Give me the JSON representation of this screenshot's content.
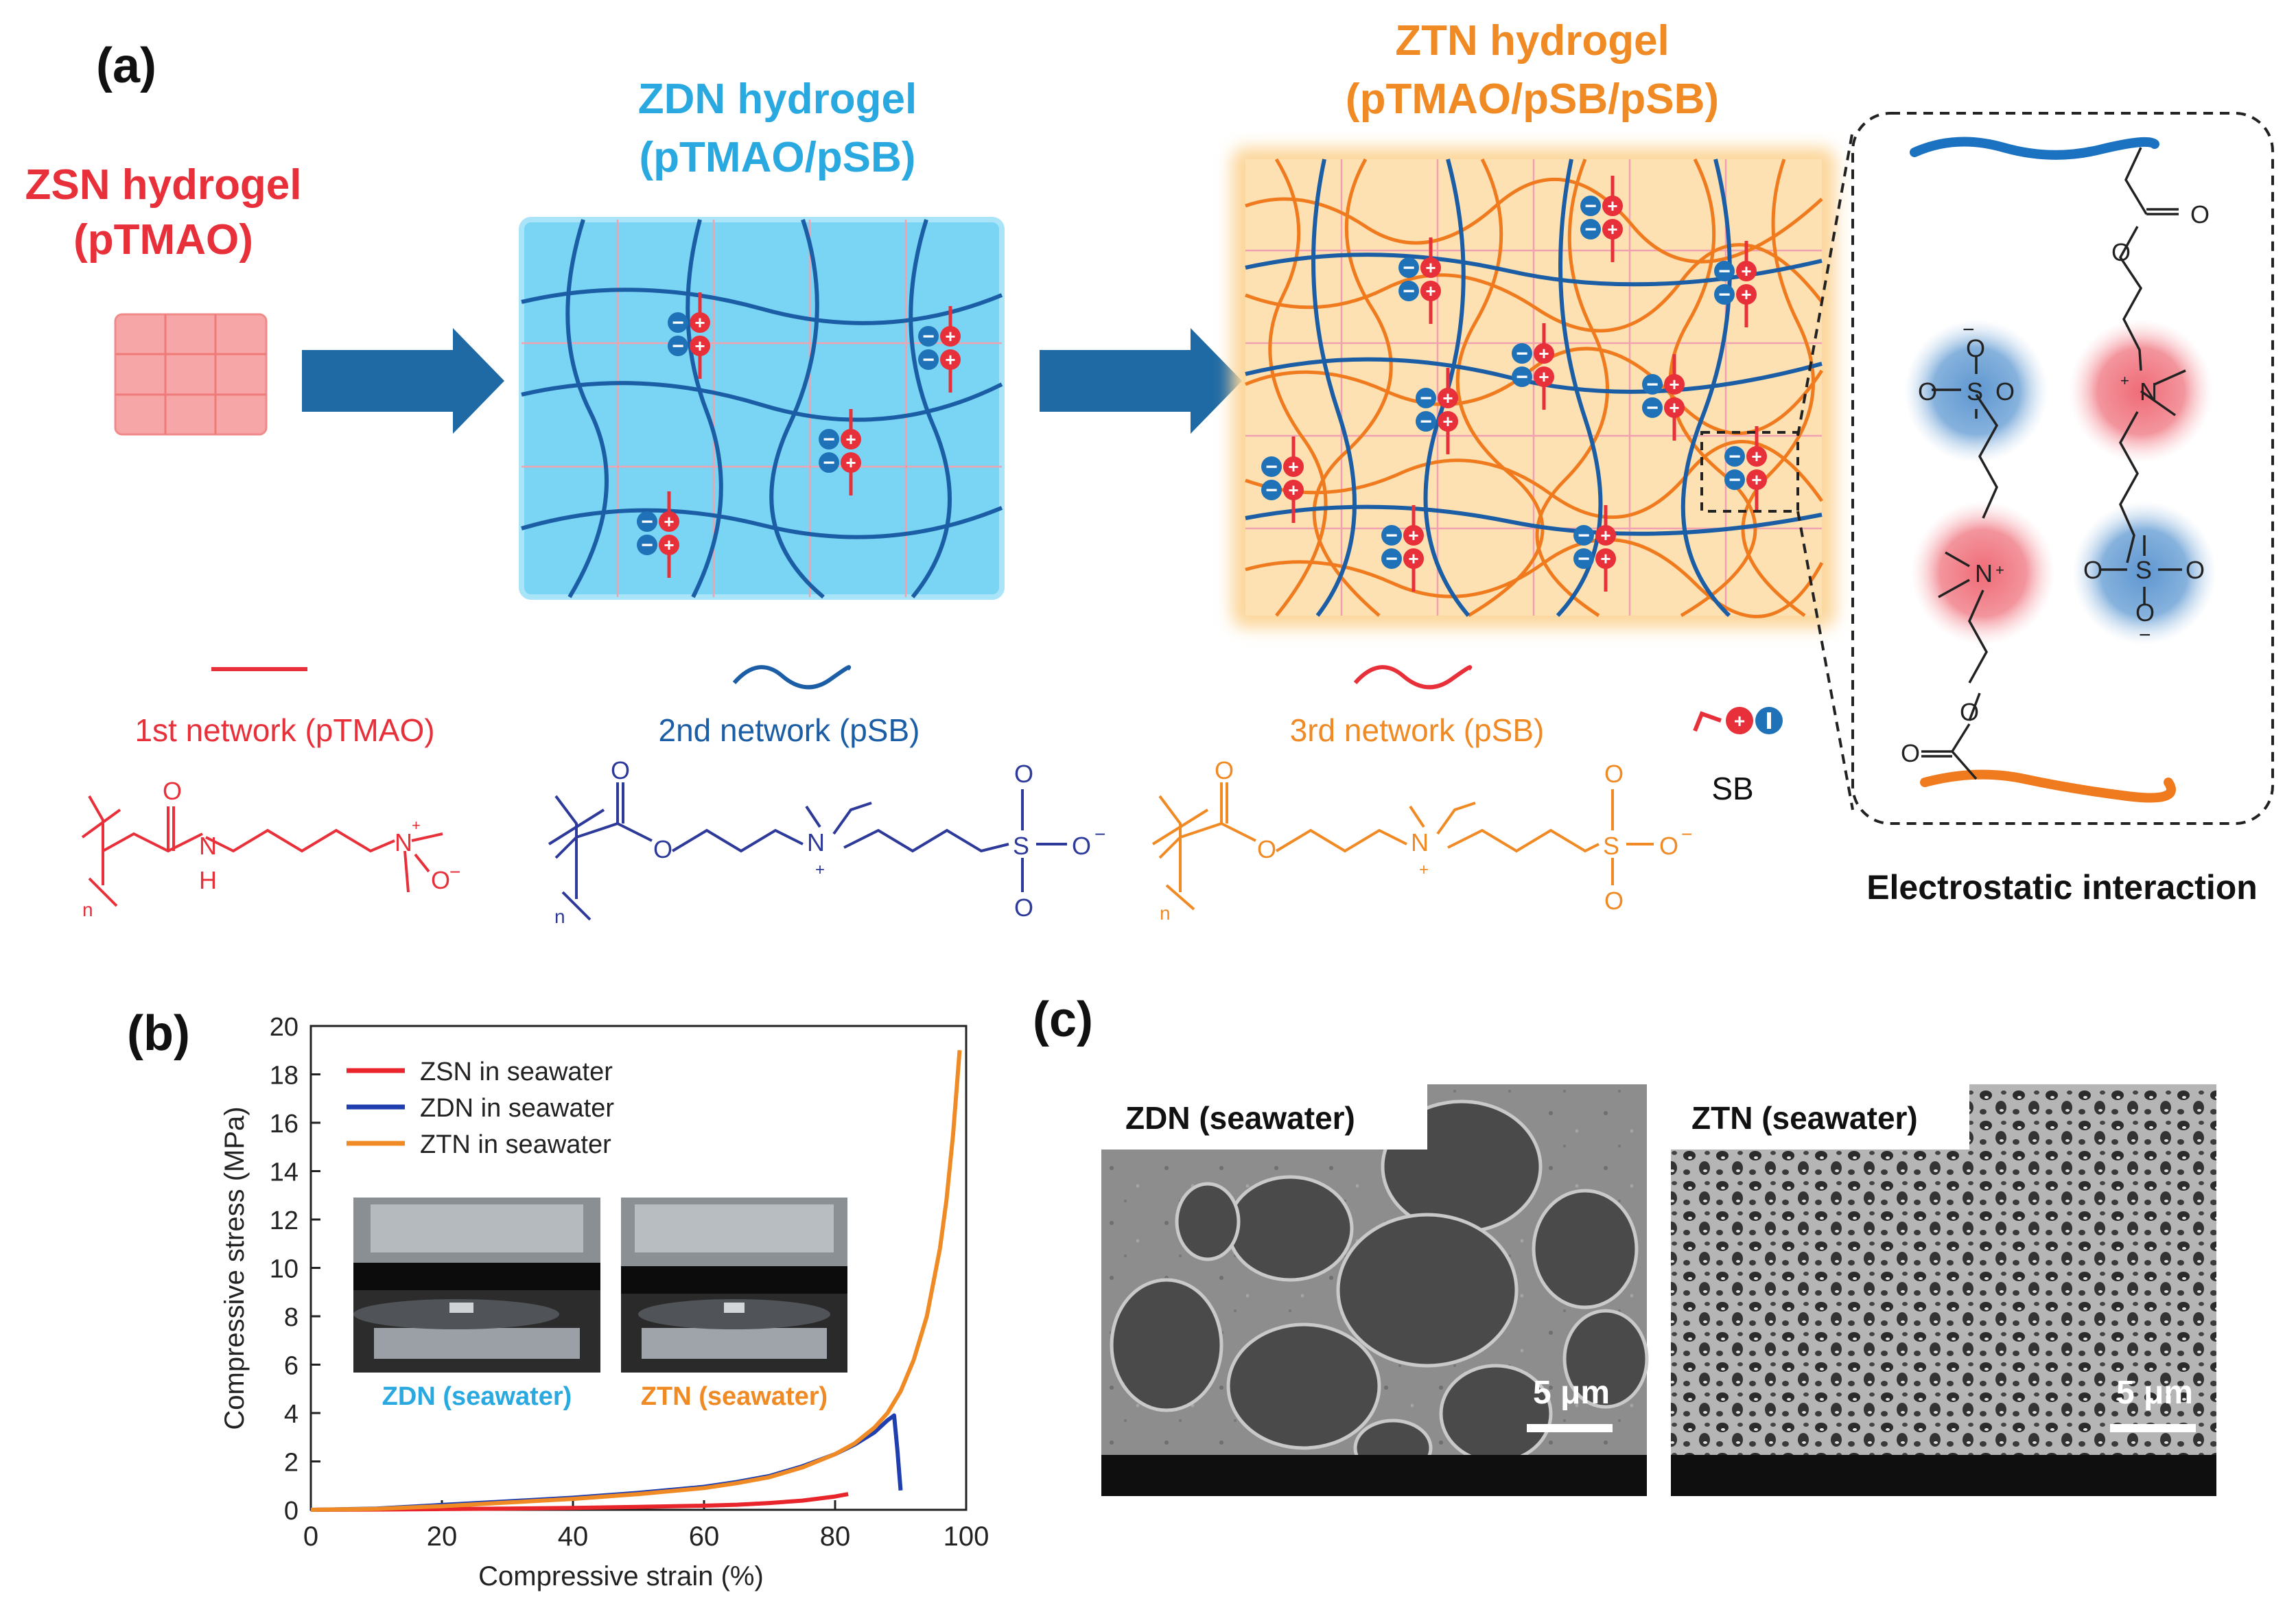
{
  "panel_labels": {
    "a": "(a)",
    "b": "(b)",
    "c": "(c)"
  },
  "panel_a": {
    "zsn": {
      "title": "ZSN hydrogel",
      "subtitle": "(pTMAO)"
    },
    "zdn": {
      "title": "ZDN hydrogel",
      "subtitle": "(pTMAO/pSB)"
    },
    "ztn": {
      "title": "ZTN hydrogel",
      "subtitle": "(pTMAO/pSB/pSB)"
    },
    "legend": {
      "first": "1st network (pTMAO)",
      "second": "2nd network (pSB)",
      "third": "3rd network (pSB)",
      "sb": "SB"
    },
    "interaction_label": "Electrostatic interaction",
    "atoms": {
      "O": "O",
      "N": "N",
      "H": "H",
      "S": "S",
      "n": "n",
      "plus": "+",
      "minus": "−"
    },
    "colors": {
      "red": "#e8303a",
      "blue": "#1f72b8",
      "orange": "#f08a24",
      "cyan": "#2aa9e0",
      "zdn_fill": "#79d5f3",
      "ztn_fill": "#fde1b2",
      "zsn_fill": "#f6a6a6",
      "arrow": "#1f6aa5"
    }
  },
  "panel_b": {
    "inset_left": "ZDN (seawater)",
    "inset_right": "ZTN (seawater)"
  },
  "chart_data": {
    "type": "line",
    "xlabel": "Compressive strain (%)",
    "ylabel": "Compressive stress (MPa)",
    "xlim": [
      0,
      100
    ],
    "ylim": [
      0,
      20
    ],
    "xticks": [
      0,
      20,
      40,
      60,
      80,
      100
    ],
    "yticks": [
      0,
      2,
      4,
      6,
      8,
      10,
      12,
      14,
      16,
      18,
      20
    ],
    "legend_position": "top-left",
    "series": [
      {
        "name": "ZSN in seawater",
        "color": "#e8252b",
        "x": [
          0,
          10,
          20,
          30,
          40,
          50,
          60,
          65,
          70,
          75,
          80,
          82
        ],
        "y": [
          0,
          0.01,
          0.03,
          0.05,
          0.08,
          0.12,
          0.17,
          0.21,
          0.28,
          0.38,
          0.55,
          0.65
        ]
      },
      {
        "name": "ZDN in seawater",
        "color": "#1f3fb0",
        "x": [
          0,
          10,
          20,
          30,
          40,
          50,
          60,
          65,
          70,
          75,
          80,
          83,
          86,
          88,
          89,
          89.5,
          90
        ],
        "y": [
          0,
          0.05,
          0.2,
          0.35,
          0.5,
          0.7,
          0.95,
          1.15,
          1.4,
          1.8,
          2.3,
          2.7,
          3.2,
          3.7,
          3.9,
          2.5,
          0.8
        ]
      },
      {
        "name": "ZTN in seawater",
        "color": "#f08a24",
        "x": [
          0,
          10,
          20,
          30,
          40,
          50,
          60,
          65,
          70,
          75,
          80,
          83,
          86,
          88,
          90,
          92,
          94,
          96,
          97,
          98,
          99
        ],
        "y": [
          0,
          0.04,
          0.15,
          0.3,
          0.45,
          0.65,
          0.9,
          1.1,
          1.35,
          1.75,
          2.3,
          2.75,
          3.4,
          4.0,
          4.9,
          6.2,
          8.0,
          10.8,
          12.8,
          15.5,
          19.0
        ]
      }
    ]
  },
  "panel_c": {
    "left": {
      "label": "ZDN (seawater)",
      "scale": "5 μm"
    },
    "right": {
      "label": "ZTN (seawater)",
      "scale": "5 μm"
    }
  }
}
